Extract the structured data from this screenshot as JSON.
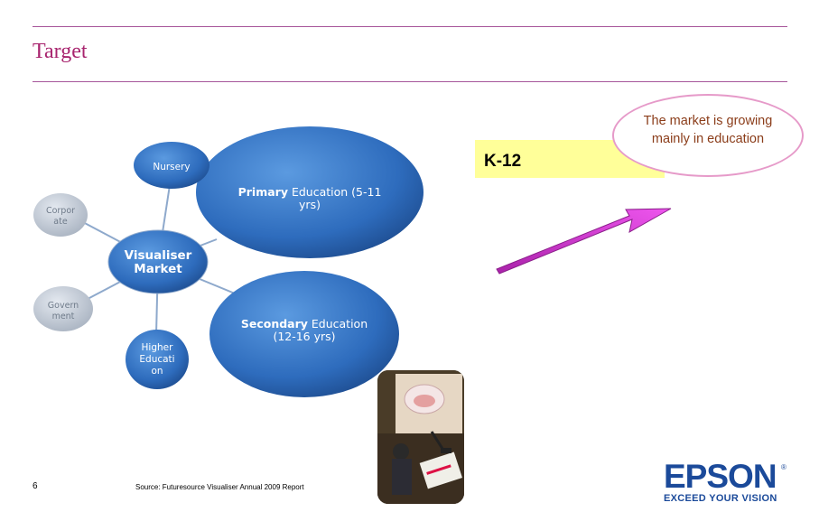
{
  "slide": {
    "title": "Target",
    "page_number": "6",
    "source": "Source: Futuresource Visualiser Annual 2009 Report"
  },
  "highlight": {
    "label": "K-12"
  },
  "callout": {
    "text": "The market is growing mainly in education"
  },
  "diagram": {
    "center": {
      "line1": "Visualiser",
      "line2": "Market"
    },
    "nursery": "Nursery",
    "corporate": {
      "line1": "Corpor",
      "line2": "ate"
    },
    "government": {
      "line1": "Govern",
      "line2": "ment"
    },
    "higher": {
      "line1": "Higher",
      "line2": "Educati",
      "line3": "on"
    },
    "primary": {
      "bold": "Primary",
      "rest": " Education (5-11",
      "line2": "yrs)"
    },
    "secondary": {
      "bold": "Secondary",
      "rest": " Education",
      "line2": "(12-16 yrs)"
    }
  },
  "logo": {
    "word": "EPSON",
    "tagline": "EXCEED YOUR VISION",
    "reg": "®"
  },
  "colors": {
    "accent": "#a8246e",
    "node_blue": "#2f6fbf",
    "arrow": "#cc33cc",
    "highlight": "#ffff99"
  }
}
